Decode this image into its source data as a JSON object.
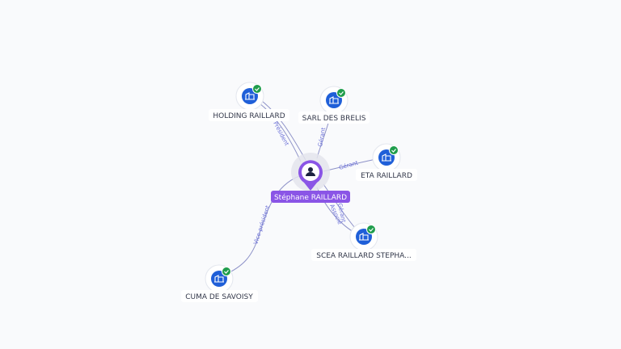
{
  "colors": {
    "edge": "#8e92c8",
    "edge_label": "#6a6fd8",
    "company_icon": "#1f5fd8",
    "check_badge": "#1f9d4c",
    "center_purple": "#8a55e6",
    "label_text": "#33384a"
  },
  "center": {
    "name": "Stéphane RAILLARD",
    "icon": "person-icon"
  },
  "companies": [
    {
      "id": "holding",
      "name": "HOLDING RAILLARD",
      "icon": "company-icon",
      "verified": true
    },
    {
      "id": "sarl",
      "name": "SARL DES BRELIS",
      "icon": "company-icon",
      "verified": true
    },
    {
      "id": "eta",
      "name": "ETA RAILLARD",
      "icon": "company-icon",
      "verified": true
    },
    {
      "id": "scea",
      "name": "SCEA RAILLARD STEPHA...",
      "icon": "company-icon",
      "verified": true
    },
    {
      "id": "cuma",
      "name": "CUMA DE SAVOISY",
      "icon": "company-icon",
      "verified": true
    }
  ],
  "relations": [
    {
      "id": "holding",
      "label": "Président"
    },
    {
      "id": "sarl",
      "label": "Gérant"
    },
    {
      "id": "eta",
      "label": "Gérant"
    },
    {
      "id": "scea-1",
      "label": "Gérant"
    },
    {
      "id": "scea-2",
      "label": "Associé"
    },
    {
      "id": "cuma",
      "label": "Vice-président"
    }
  ]
}
